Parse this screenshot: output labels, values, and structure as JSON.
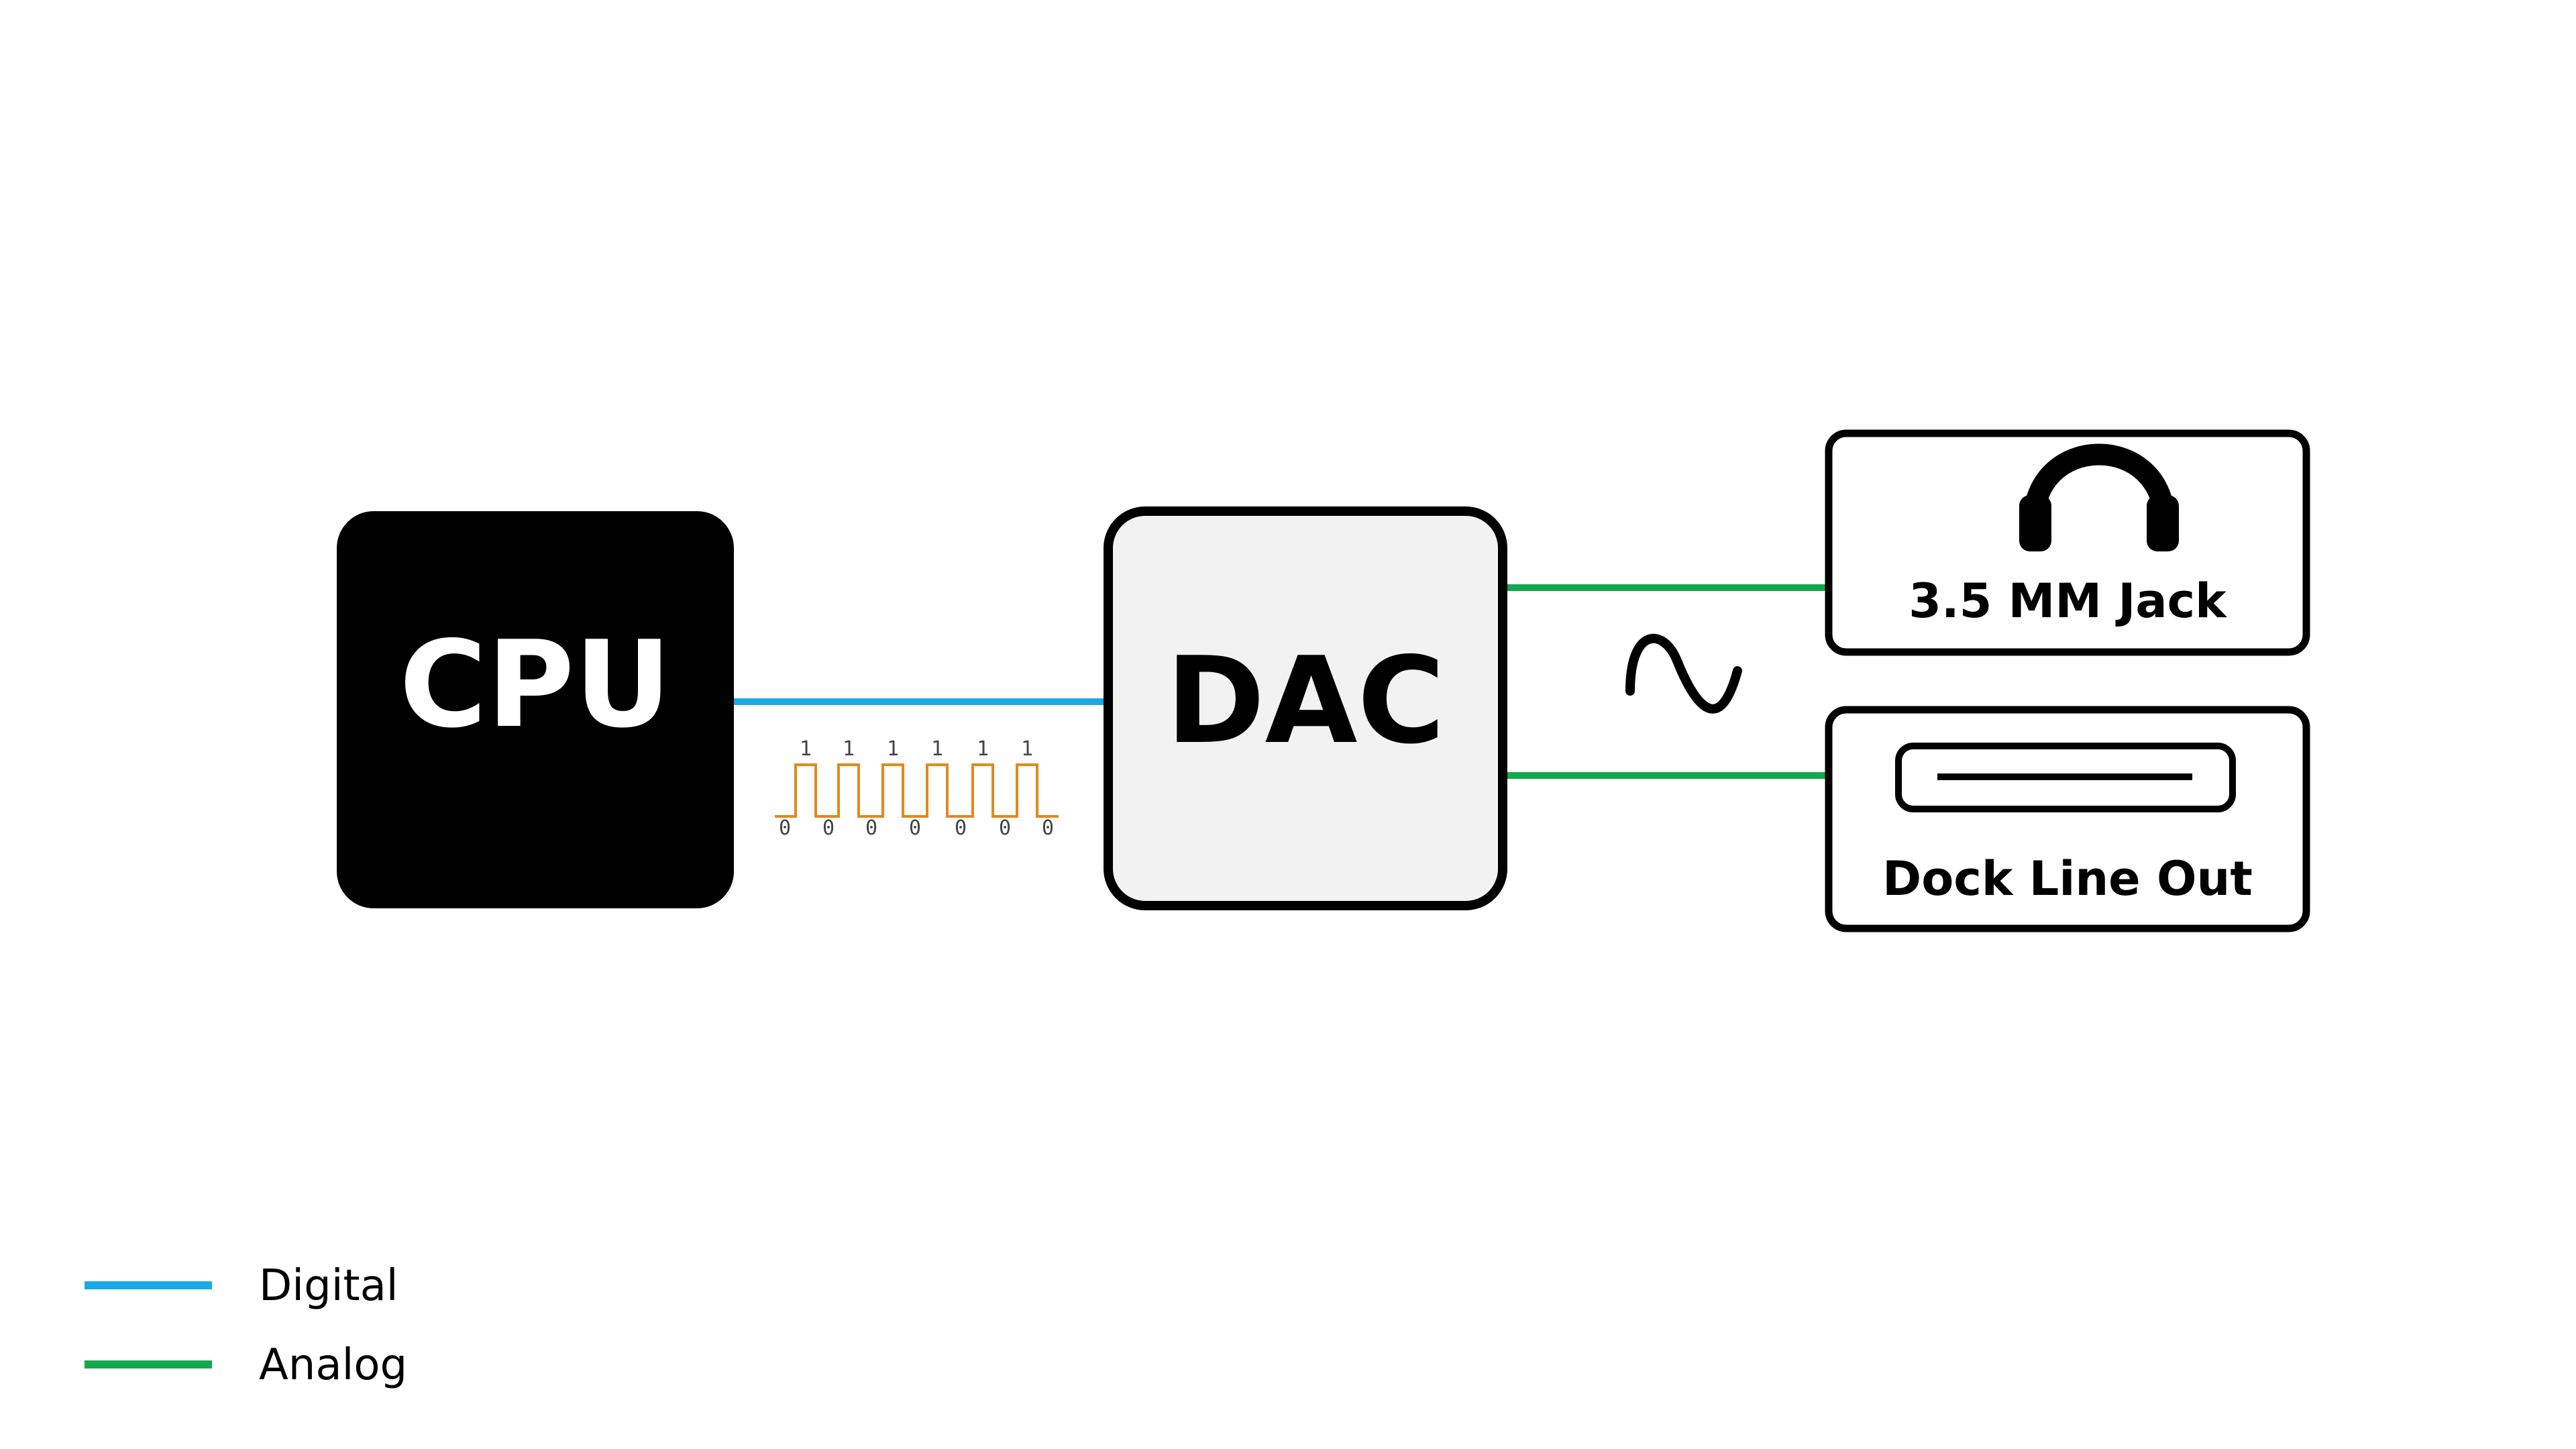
{
  "colors": {
    "digital": "#1aaae8",
    "analog": "#13a84c",
    "signal": "#e08a1e",
    "cpu_fill": "#000000",
    "dac_fill": "#f2f2f2",
    "stroke": "#000000"
  },
  "nodes": {
    "cpu": {
      "label": "CPU"
    },
    "dac": {
      "label": "DAC"
    },
    "jack": {
      "label": "3.5 MM Jack",
      "icon": "headphones-icon"
    },
    "dock": {
      "label": "Dock Line Out",
      "icon": "dock-port-icon"
    }
  },
  "signal": {
    "high_bits": [
      "1",
      "1",
      "1",
      "1",
      "1",
      "1"
    ],
    "low_bits": [
      "0",
      "0",
      "0",
      "0",
      "0",
      "0",
      "0"
    ],
    "analog_icon": "sine-wave-icon"
  },
  "legend": {
    "items": [
      {
        "label": "Digital",
        "kind": "digital"
      },
      {
        "label": "Analog",
        "kind": "analog"
      }
    ]
  }
}
